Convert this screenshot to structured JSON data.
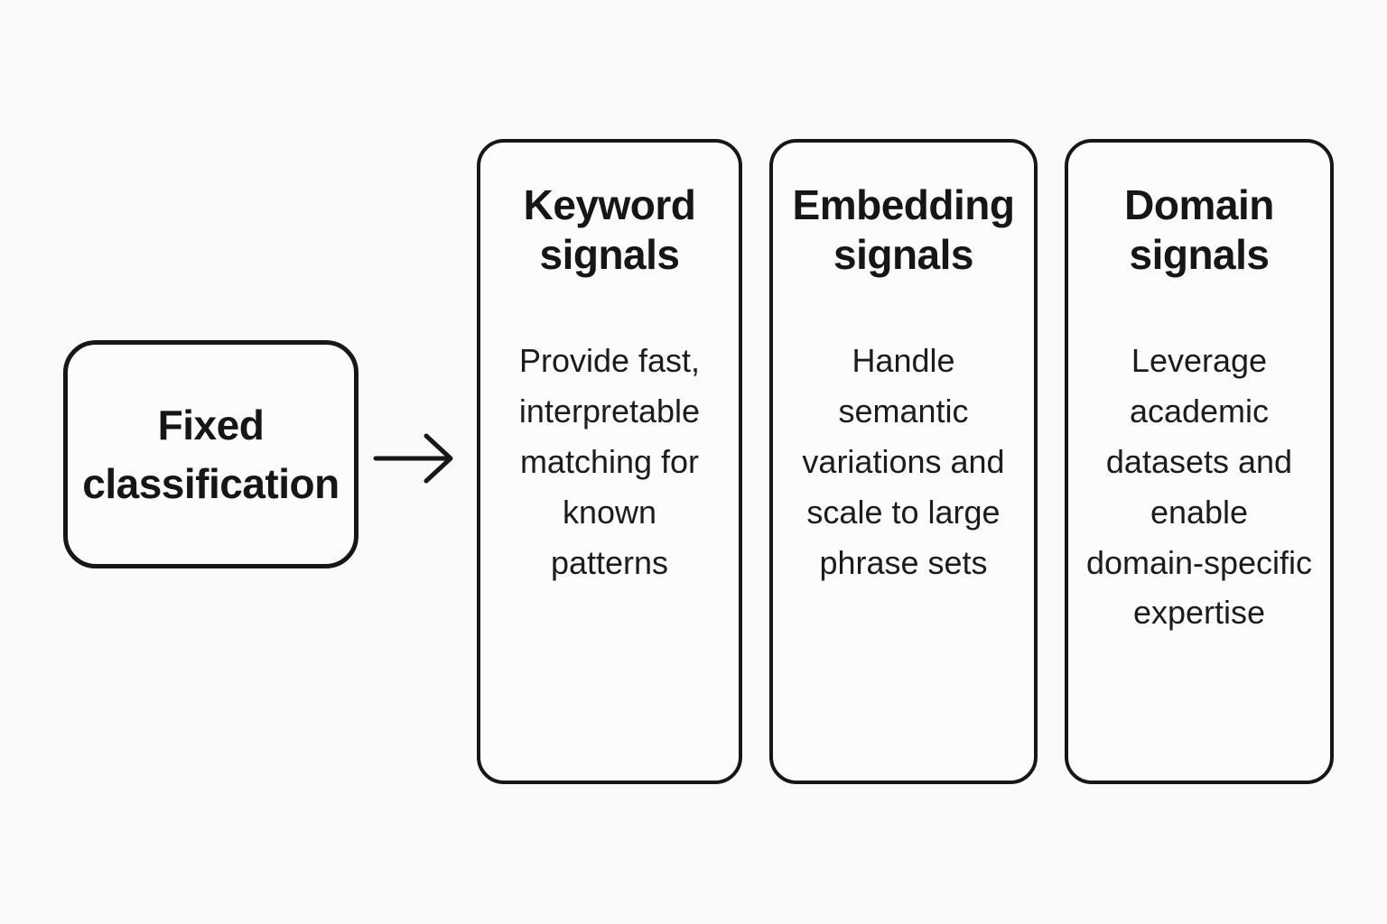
{
  "diagram": {
    "source": {
      "label": "Fixed\nclassification"
    },
    "arrow": "right-arrow",
    "cards": [
      {
        "title": "Keyword\nsignals",
        "body": "Provide fast,\ninterpretable\nmatching for\nknown\npatterns"
      },
      {
        "title": "Embedding\nsignals",
        "body": "Handle\nsemantic\nvariations and\nscale to large\nphrase sets"
      },
      {
        "title": "Domain\nsignals",
        "body": "Leverage\nacademic\ndatasets and\nenable\ndomain-specific\nexpertise"
      }
    ]
  },
  "colors": {
    "background": "#fafafa",
    "card_background": "#fcfcfc",
    "stroke": "#171717",
    "text": "#161616",
    "body_text": "#1c1c1c"
  }
}
